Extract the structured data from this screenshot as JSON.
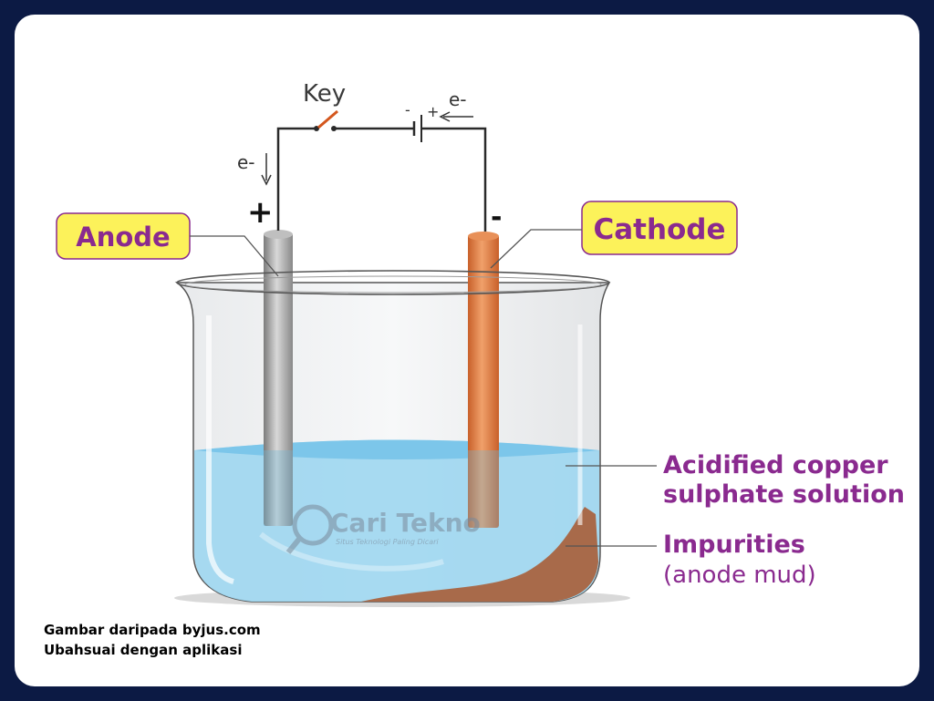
{
  "labels": {
    "key": "Key",
    "electron_left": "e-",
    "electron_top": "e-",
    "plus_sign": "+",
    "minus_sign": "-",
    "battery_minus": "-",
    "battery_plus": "+",
    "anode": "Anode",
    "cathode": "Cathode",
    "solution_line1": "Acidified copper",
    "solution_line2": "sulphate solution",
    "impurities_line1": "Impurities",
    "impurities_line2": "(anode mud)"
  },
  "watermark": {
    "title": "Cari Tekno",
    "tagline": "Situs Teknologi Paling Dicari"
  },
  "credits": {
    "line1": "Gambar daripada byjus.com",
    "line2": "Ubahsuai dengan aplikasi"
  },
  "colors": {
    "frame": "#0c1a44",
    "label_fill": "#fcf25a",
    "label_text": "#8a2a8f",
    "solution": "#9fd7f0",
    "anode_metal": "#9a9a9a",
    "cathode_copper": "#d77a3c",
    "mud": "#a86a4a"
  }
}
